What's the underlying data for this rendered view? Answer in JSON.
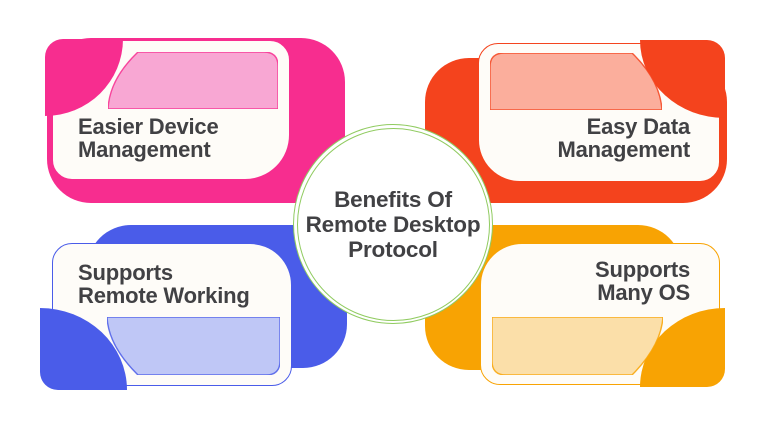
{
  "page": {
    "background": "#ffffff",
    "text_color": "#414144"
  },
  "center": {
    "title": "Benefits Of\nRemote Desktop\nProtocol",
    "ring_color": "#90cb60",
    "fill": "#ffffff"
  },
  "cards": [
    {
      "id": "easier-device-management",
      "position": "top-left",
      "label": "Easier Device\nManagement",
      "color": "#f72d8f",
      "tint": "#f8a7d3"
    },
    {
      "id": "easy-data-management",
      "position": "top-right",
      "label": "Easy Data\nManagement",
      "color": "#f4431d",
      "tint": "#fbae9c"
    },
    {
      "id": "supports-remote-working",
      "position": "bottom-left",
      "label": "Supports\nRemote Working",
      "color": "#4a5ce9",
      "tint": "#bfc7f6"
    },
    {
      "id": "supports-many-os",
      "position": "bottom-right",
      "label": "Supports\nMany OS",
      "color": "#f8a303",
      "tint": "#fbdfa9"
    }
  ]
}
